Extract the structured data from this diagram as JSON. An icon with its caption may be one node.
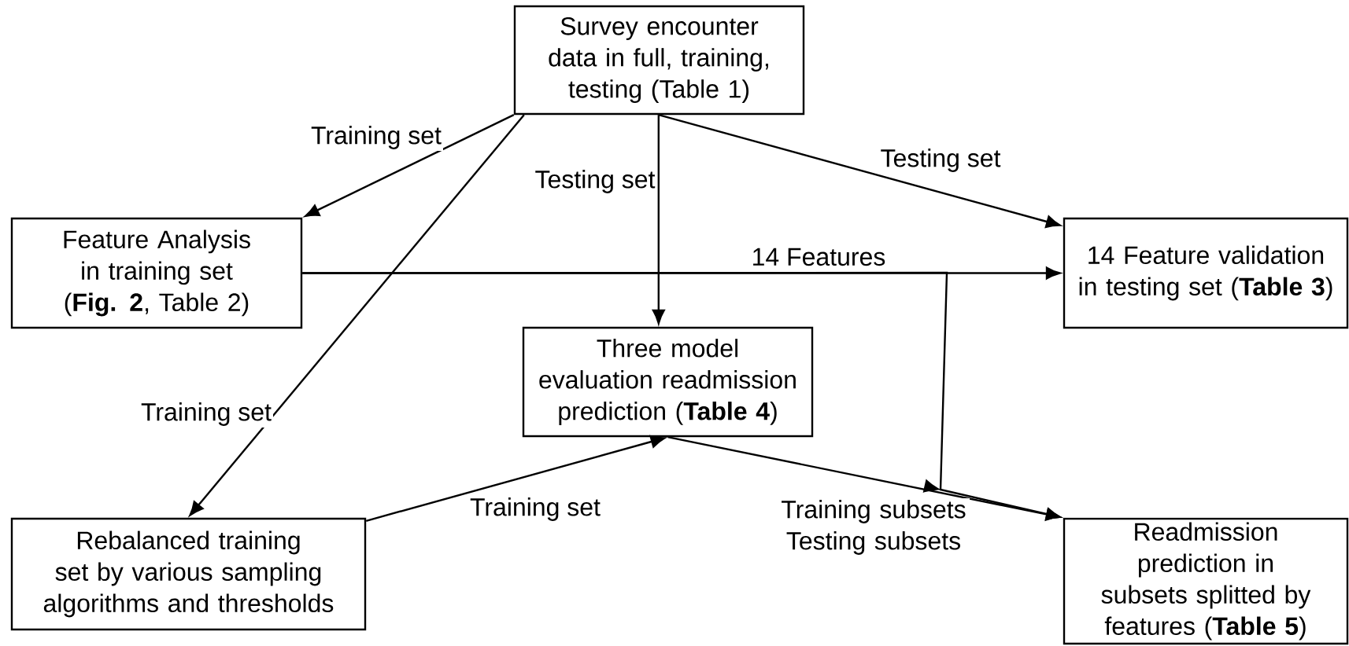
{
  "diagram": {
    "nodes": [
      {
        "text": [
          "Survey encounter data in full, training, testing (Table 1)"
        ]
      },
      {
        "text": [
          "Feature Analysis in training set (**Fig. 2**, Table 2)"
        ]
      },
      {
        "text": [
          "14 Feature validation in testing set (**Table 3**)"
        ]
      },
      {
        "text": [
          "Three model evaluation readmission prediction (**Table 4**)"
        ]
      },
      {
        "text": [
          "Rebalanced training set by various sampling algorithms and thresholds"
        ]
      },
      {
        "text": [
          "Readmission prediction in subsets splitted by features (**Table 5**)"
        ]
      }
    ],
    "edges": [
      {
        "from": 0,
        "to": 1,
        "arrow": "to",
        "label": "Training set"
      },
      {
        "from": 0,
        "to": 4,
        "arrow": "to",
        "label": "Training set"
      },
      {
        "from": 0,
        "to": 3,
        "arrow": "to",
        "label": "Testing set"
      },
      {
        "from": 0,
        "to": 2,
        "arrow": "to",
        "label": "Testing set"
      },
      {
        "from": 1,
        "to": 2,
        "arrow": "to",
        "label": "14 Features"
      },
      {
        "from": 4,
        "to": 3,
        "arrow": "to",
        "label": "Training set"
      },
      {
        "from": 3,
        "to": 5,
        "arrow": "to"
      },
      {
        "from": 1,
        "to": 5,
        "arrow": "to",
        "label": "Training subsets Testing subsets"
      }
    ]
  }
}
